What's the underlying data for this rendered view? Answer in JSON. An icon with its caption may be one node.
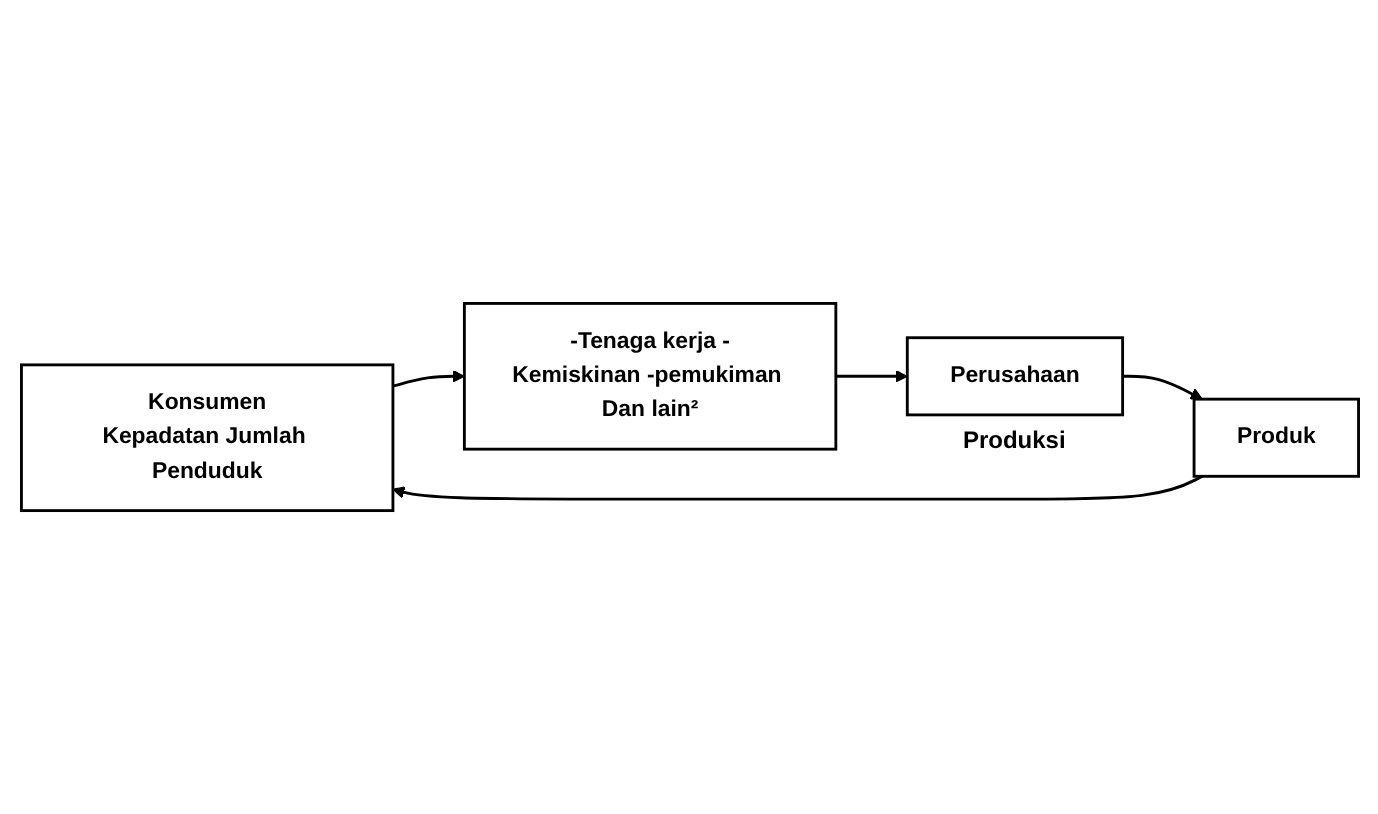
{
  "diagram": {
    "nodes": [
      {
        "text": [
          "Konsumen",
          "Kepadatan Jumlah Penduduk"
        ]
      },
      {
        "text": [
          "-Tenaga kerja -Kemiskinan -pemukiman Dan lain²"
        ]
      },
      {
        "text": [
          "Perusahaan"
        ],
        "beside": [
          "Produksi"
        ]
      },
      {
        "text": [
          "Produk"
        ]
      }
    ],
    "edges": [
      {
        "from": 0,
        "to": 1,
        "arrow": "to"
      },
      {
        "from": 1,
        "to": 2,
        "arrow": "to"
      },
      {
        "from": 2,
        "to": 3,
        "arrow": "to"
      },
      {
        "from": 3,
        "to": 0,
        "arrow": "to"
      }
    ]
  }
}
